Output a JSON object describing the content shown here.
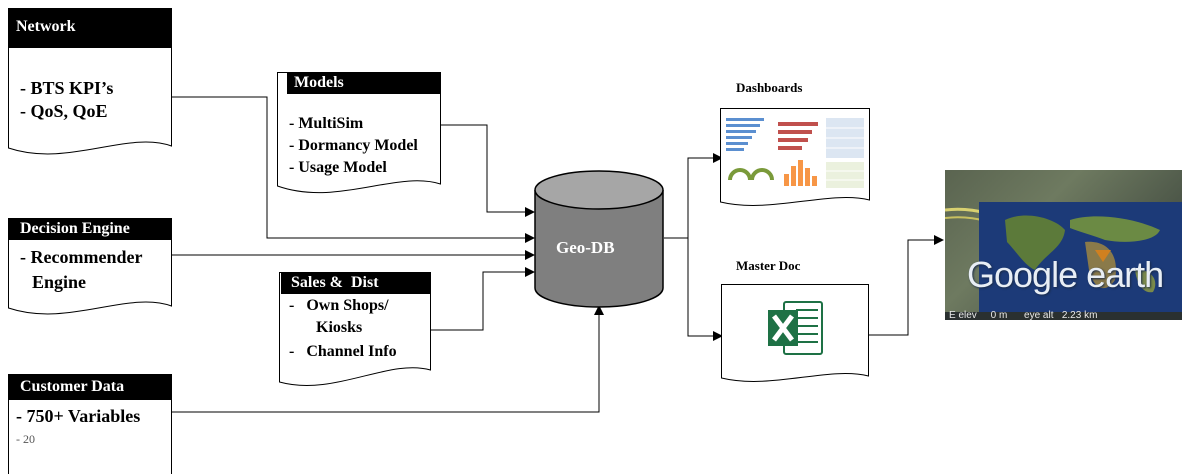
{
  "network": {
    "title": "Network",
    "items": [
      "- BTS KPI’s",
      "- QoS, QoE"
    ]
  },
  "decision_engine": {
    "title": "Decision Engine",
    "items": [
      "- Recommender",
      "Engine"
    ]
  },
  "customer_data": {
    "title": "Customer Data",
    "items": [
      "- 750+ Variables",
      "- 20"
    ]
  },
  "models": {
    "title": "Models",
    "items": [
      "- MultiSim",
      "- Dormancy Model",
      "- Usage Model"
    ]
  },
  "sales_dist": {
    "title": "Sales &  Dist",
    "items": [
      "-   Own Shops/",
      "Kiosks",
      "-   Channel Info"
    ]
  },
  "geo_db": {
    "label": "Geo-DB"
  },
  "dashboards": {
    "label": "Dashboards"
  },
  "master_doc": {
    "label": "Master Doc"
  },
  "google_earth": {
    "logo": "Google earth",
    "status": "E elev     0 m      eye alt   2.23 km"
  },
  "colors": {
    "header_bg": "#000000",
    "cylinder": "#7f7f7f",
    "excel_green": "#1e7145"
  }
}
